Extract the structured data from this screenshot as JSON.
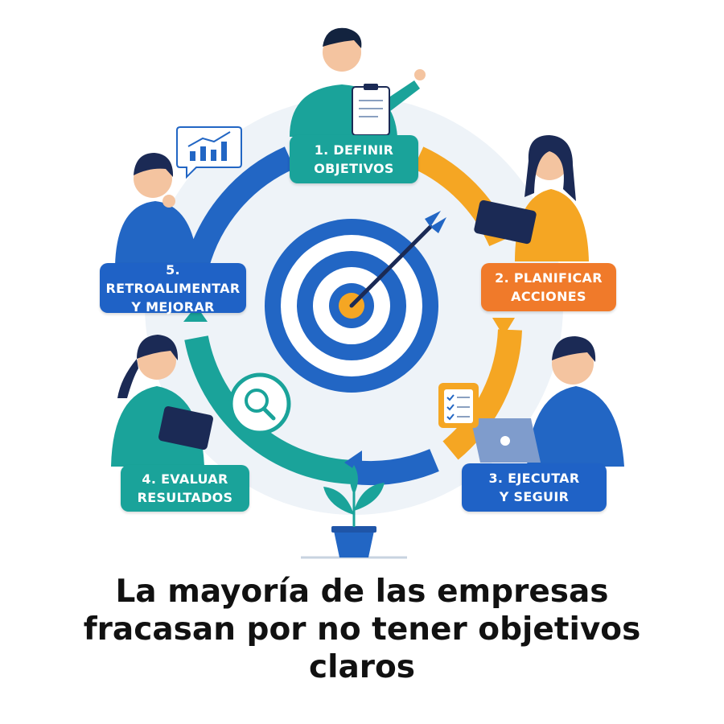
{
  "steps": [
    {
      "line1": "1. DEFINIR",
      "line2": "OBJETIVOS",
      "color": "#1aa39a"
    },
    {
      "line1": "2. PLANIFICAR",
      "line2": "ACCIONES",
      "color": "#f07a2a"
    },
    {
      "line1": "3. EJECUTAR",
      "line2": "Y SEGUIR",
      "color": "#1f62c6"
    },
    {
      "line1": "4. EVALUAR",
      "line2": "RESULTADOS",
      "color": "#1aa39a"
    },
    {
      "line1": "5. RETROALIMENTAR",
      "line2": "Y MEJORAR",
      "color": "#1f62c6"
    }
  ],
  "headline": {
    "line1": "La mayoría de las empresas",
    "line2": "fracasan por no tener objetivos",
    "line3": "claros"
  },
  "colors": {
    "teal": "#1aa39a",
    "amber": "#f5a623",
    "orange": "#f07a2a",
    "blue": "#1f62c6",
    "target_blue": "#2266c4",
    "bullseye": "#f5a623"
  },
  "icons": [
    "target-icon",
    "arrow-icon",
    "chart-icon",
    "magnifier-icon",
    "checklist-icon",
    "plant-icon",
    "clipboard-icon",
    "tablet-icon",
    "laptop-icon"
  ]
}
